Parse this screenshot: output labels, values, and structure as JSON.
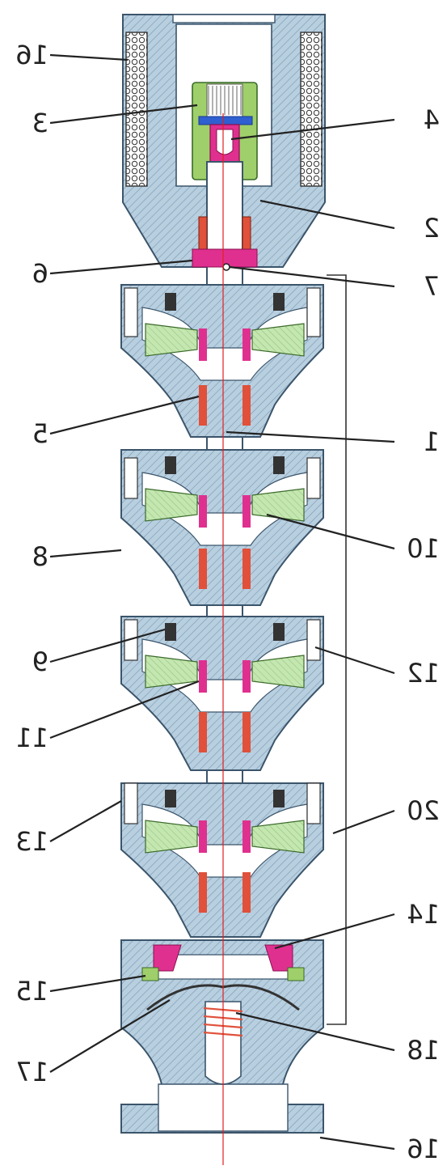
{
  "figure": {
    "colors": {
      "casing_fill": "#b8cfe0",
      "casing_stroke": "#3b556b",
      "impeller": "#b8e0a8",
      "bearing": "#e0503a",
      "seal": "#e0308f",
      "coupling": "#9fcf6a",
      "cap": "#2f5fd0",
      "axis": "#e02020",
      "shaft": "#ffffff"
    }
  },
  "labels": [
    {
      "key": "16a",
      "text": "16"
    },
    {
      "key": "3",
      "text": "3"
    },
    {
      "key": "6",
      "text": "6"
    },
    {
      "key": "5",
      "text": "5"
    },
    {
      "key": "8",
      "text": "8"
    },
    {
      "key": "9",
      "text": "9"
    },
    {
      "key": "11",
      "text": "11"
    },
    {
      "key": "13",
      "text": "13"
    },
    {
      "key": "15",
      "text": "15"
    },
    {
      "key": "17",
      "text": "17"
    },
    {
      "key": "4",
      "text": "4"
    },
    {
      "key": "2",
      "text": "2"
    },
    {
      "key": "7",
      "text": "7"
    },
    {
      "key": "1",
      "text": "1"
    },
    {
      "key": "10",
      "text": "10"
    },
    {
      "key": "12",
      "text": "12"
    },
    {
      "key": "20",
      "text": "20"
    },
    {
      "key": "14",
      "text": "14"
    },
    {
      "key": "18",
      "text": "18"
    },
    {
      "key": "16b",
      "text": "16"
    }
  ]
}
